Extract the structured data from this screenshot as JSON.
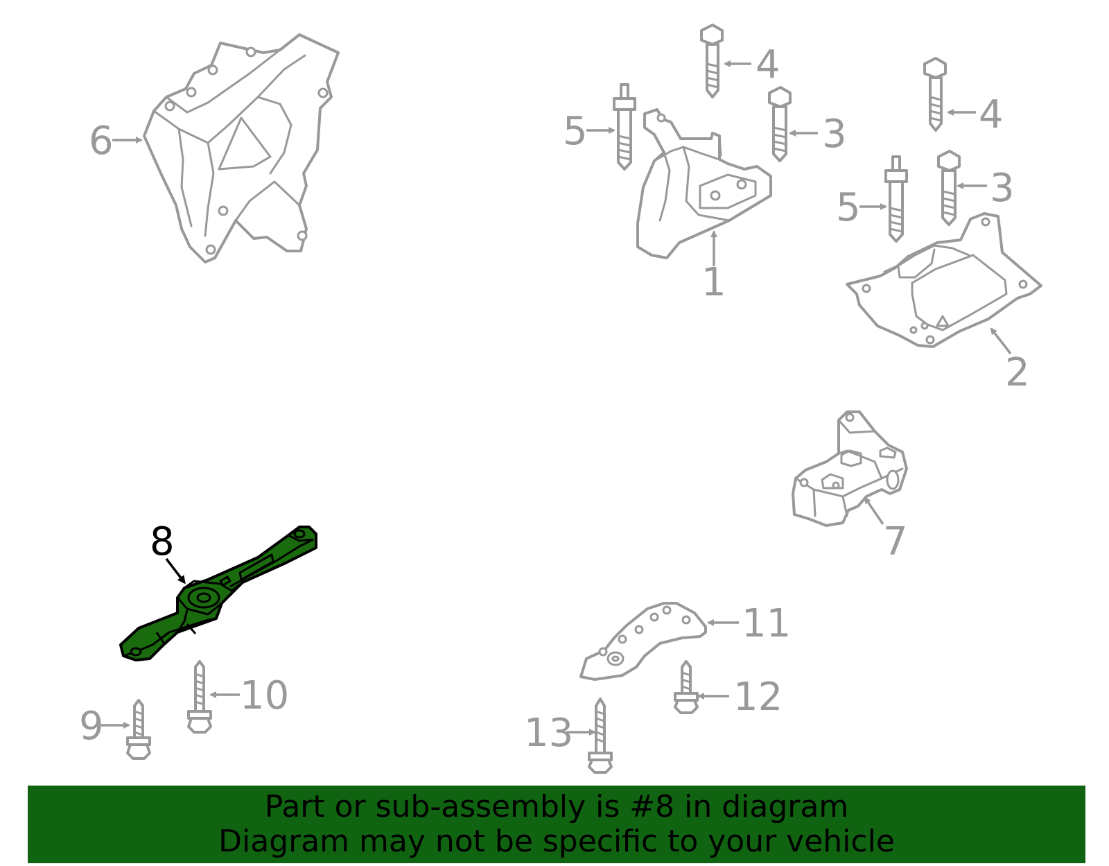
{
  "callouts": {
    "c1": "1",
    "c2": "2",
    "c3a": "3",
    "c3b": "3",
    "c4a": "4",
    "c4b": "4",
    "c5a": "5",
    "c5b": "5",
    "c6": "6",
    "c7": "7",
    "c8": "8",
    "c9": "9",
    "c10": "10",
    "c11": "11",
    "c12": "12",
    "c13": "13"
  },
  "highlighted_part": "8",
  "colors": {
    "part_outline": "#999999",
    "highlight_fill": "#1a6b0e",
    "banner_background": "#106310"
  },
  "banner": {
    "line1": "Part or sub-assembly is #8 in diagram",
    "line2": "Diagram may not be specific to your vehicle"
  }
}
